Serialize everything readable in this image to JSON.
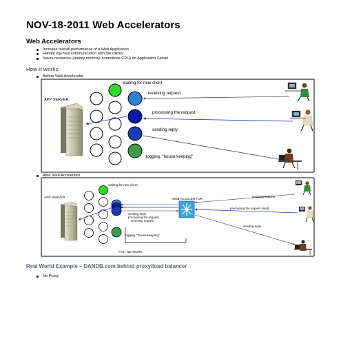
{
  "title": "NOV-18-2011 Web Accelerators",
  "section1": {
    "heading": "Web Accelerators",
    "bullets": [
      "Increase overall performance of a Web Application",
      "Handle log-haul communication with the clients",
      "Saves resources (mainly memory, sometimes CPU) on Application Server"
    ]
  },
  "how_it_works": {
    "heading": "How it works",
    "before_label": "Before Web Accelerator",
    "after_label": "After Web Accelerator"
  },
  "diagram_before": {
    "app_server_label": "APP SERVER",
    "waiting_label": "waiting for new client",
    "receiving_label": "receiving request",
    "processing_label": "processing the request",
    "sending_label": "sending reply",
    "logging_label": "logging, \"house keeping\"",
    "colors": {
      "green": "#2ddc2d",
      "blue_light": "#2f7fd8",
      "blue_dark": "#0a1aa8",
      "blue_mid": "#1a3cb0",
      "green_dark": "#3f9a4a"
    }
  },
  "diagram_after": {
    "app_server_label": "APP SERVER",
    "waiting_label": "waiting for new client",
    "accelerator_label": "WEB ACCELER  TOR",
    "receiving_label": "receiving request",
    "processing_label": "processing the request (wait)",
    "sending_label": "sending reply",
    "inner_sending": "sending reply",
    "inner_processing": "processing the request",
    "inner_receiving": "receiving request",
    "logging_label": "logging, \"house keeping\"",
    "network_label": "FAST NETWORK"
  },
  "section2": {
    "heading": "Real World Example – DANDB.com behind proxy/load balancer",
    "bullets": [
      "No Proxy"
    ]
  }
}
